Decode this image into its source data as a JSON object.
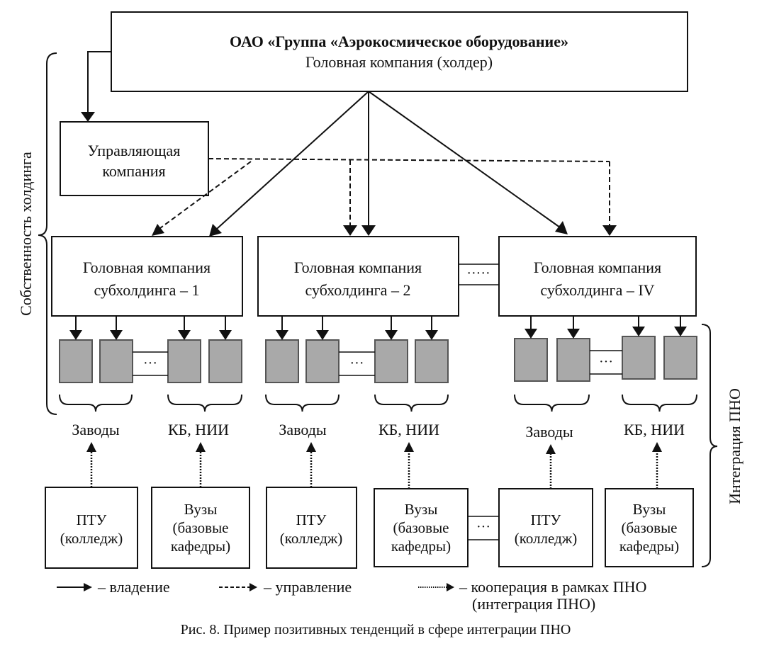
{
  "holder": {
    "title": "ОАО «Группа «Аэрокосмическое оборудование»",
    "subtitle": "Головная компания (холдер)"
  },
  "managing_company": {
    "line1": "Управляющая",
    "line2": "компания"
  },
  "subholdings": [
    {
      "line1": "Головная компания",
      "line2": "субхолдинга – 1"
    },
    {
      "line1": "Головная компания",
      "line2": "субхолдинга – 2"
    },
    {
      "line1": "Головная компания",
      "line2": "субхолдинга – IV"
    }
  ],
  "subholding_ellipsis": "·····",
  "unit_ellipsis": "···",
  "group_labels": [
    "Заводы",
    "КБ, НИИ",
    "Заводы",
    "КБ, НИИ",
    "Заводы",
    "КБ, НИИ"
  ],
  "education": [
    {
      "line1": "ПТУ",
      "line2": "(колледж)"
    },
    {
      "line1": "Вузы",
      "line2": "(базовые",
      "line3": "кафедры)"
    },
    {
      "line1": "ПТУ",
      "line2": "(колледж)"
    },
    {
      "line1": "Вузы",
      "line2": "(базовые",
      "line3": "кафедры)"
    },
    {
      "line1": "ПТУ",
      "line2": "(колледж)"
    },
    {
      "line1": "Вузы",
      "line2": "(базовые",
      "line3": "кафедры)"
    }
  ],
  "side_labels": {
    "left": "Собственность холдинга",
    "right": "Интеграция ПНО"
  },
  "legend": {
    "ownership": "– владение",
    "management": "– управление",
    "cooperation_line1": "– кооперация в рамках ПНО",
    "cooperation_line2": "(интеграция ПНО)"
  },
  "caption": "Рис. 8. Пример позитивных тенденций в сфере интеграции ПНО"
}
